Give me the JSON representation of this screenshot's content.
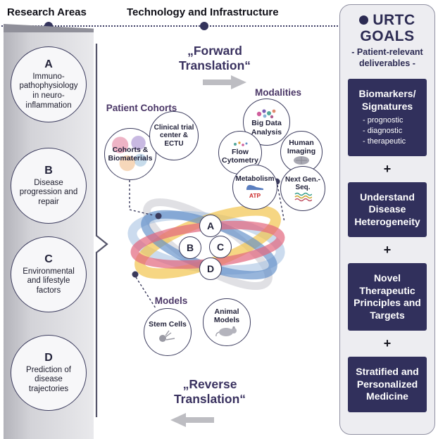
{
  "colors": {
    "navy": "#31305c",
    "purple_label": "#4a3666",
    "accent_yellow": "#f2c44e",
    "accent_blue": "#5f8dc7",
    "accent_pink": "#e2677e",
    "accent_lightblue": "#a9c3e3",
    "arrow_gray": "#bdbdc2"
  },
  "header": {
    "left_title": "Research Areas",
    "center_title": "Technology and Infrastructure"
  },
  "research_areas": {
    "items": [
      {
        "letter": "A",
        "label": "Immuno-pathophysiology in neuro-inflammation"
      },
      {
        "letter": "B",
        "label": "Disease progression and repair"
      },
      {
        "letter": "C",
        "label": "Environmental and lifestyle factors"
      },
      {
        "letter": "D",
        "label": "Prediction of disease trajectories"
      }
    ]
  },
  "translation": {
    "forward": "„Forward Translation“",
    "reverse": "„Reverse Translation“"
  },
  "cohorts": {
    "label": "Patient Cohorts",
    "nodes": [
      {
        "title": "Cohorts & Biomaterials"
      },
      {
        "title": "Clinical trial center & ECTU"
      }
    ]
  },
  "modalities": {
    "label": "Modalities",
    "nodes": [
      {
        "title": "Big Data Analysis"
      },
      {
        "title": "Flow Cytometry"
      },
      {
        "title": "Human Imaging"
      },
      {
        "title": "Metabolism",
        "annotation": "ATP"
      },
      {
        "title": "Next Gen.- Seq."
      }
    ]
  },
  "models": {
    "label": "Models",
    "nodes": [
      {
        "title": "Stem Cells"
      },
      {
        "title": "Animal Models"
      }
    ]
  },
  "venn": {
    "labels": [
      "A",
      "B",
      "C",
      "D"
    ]
  },
  "goals_panel": {
    "title_line1": "URTC",
    "title_line2": "GOALS",
    "subtitle": "- Patient-relevant deliverables -",
    "plus": "+",
    "boxes": [
      {
        "title": "Biomarkers/ Signatures",
        "items": [
          "- prognostic",
          "- diagnostic",
          "- therapeutic"
        ]
      },
      {
        "title": "Understand Disease Heterogeneity"
      },
      {
        "title": "Novel Therapeutic Principles and Targets"
      },
      {
        "title": "Stratified and Personalized Medicine"
      }
    ]
  }
}
